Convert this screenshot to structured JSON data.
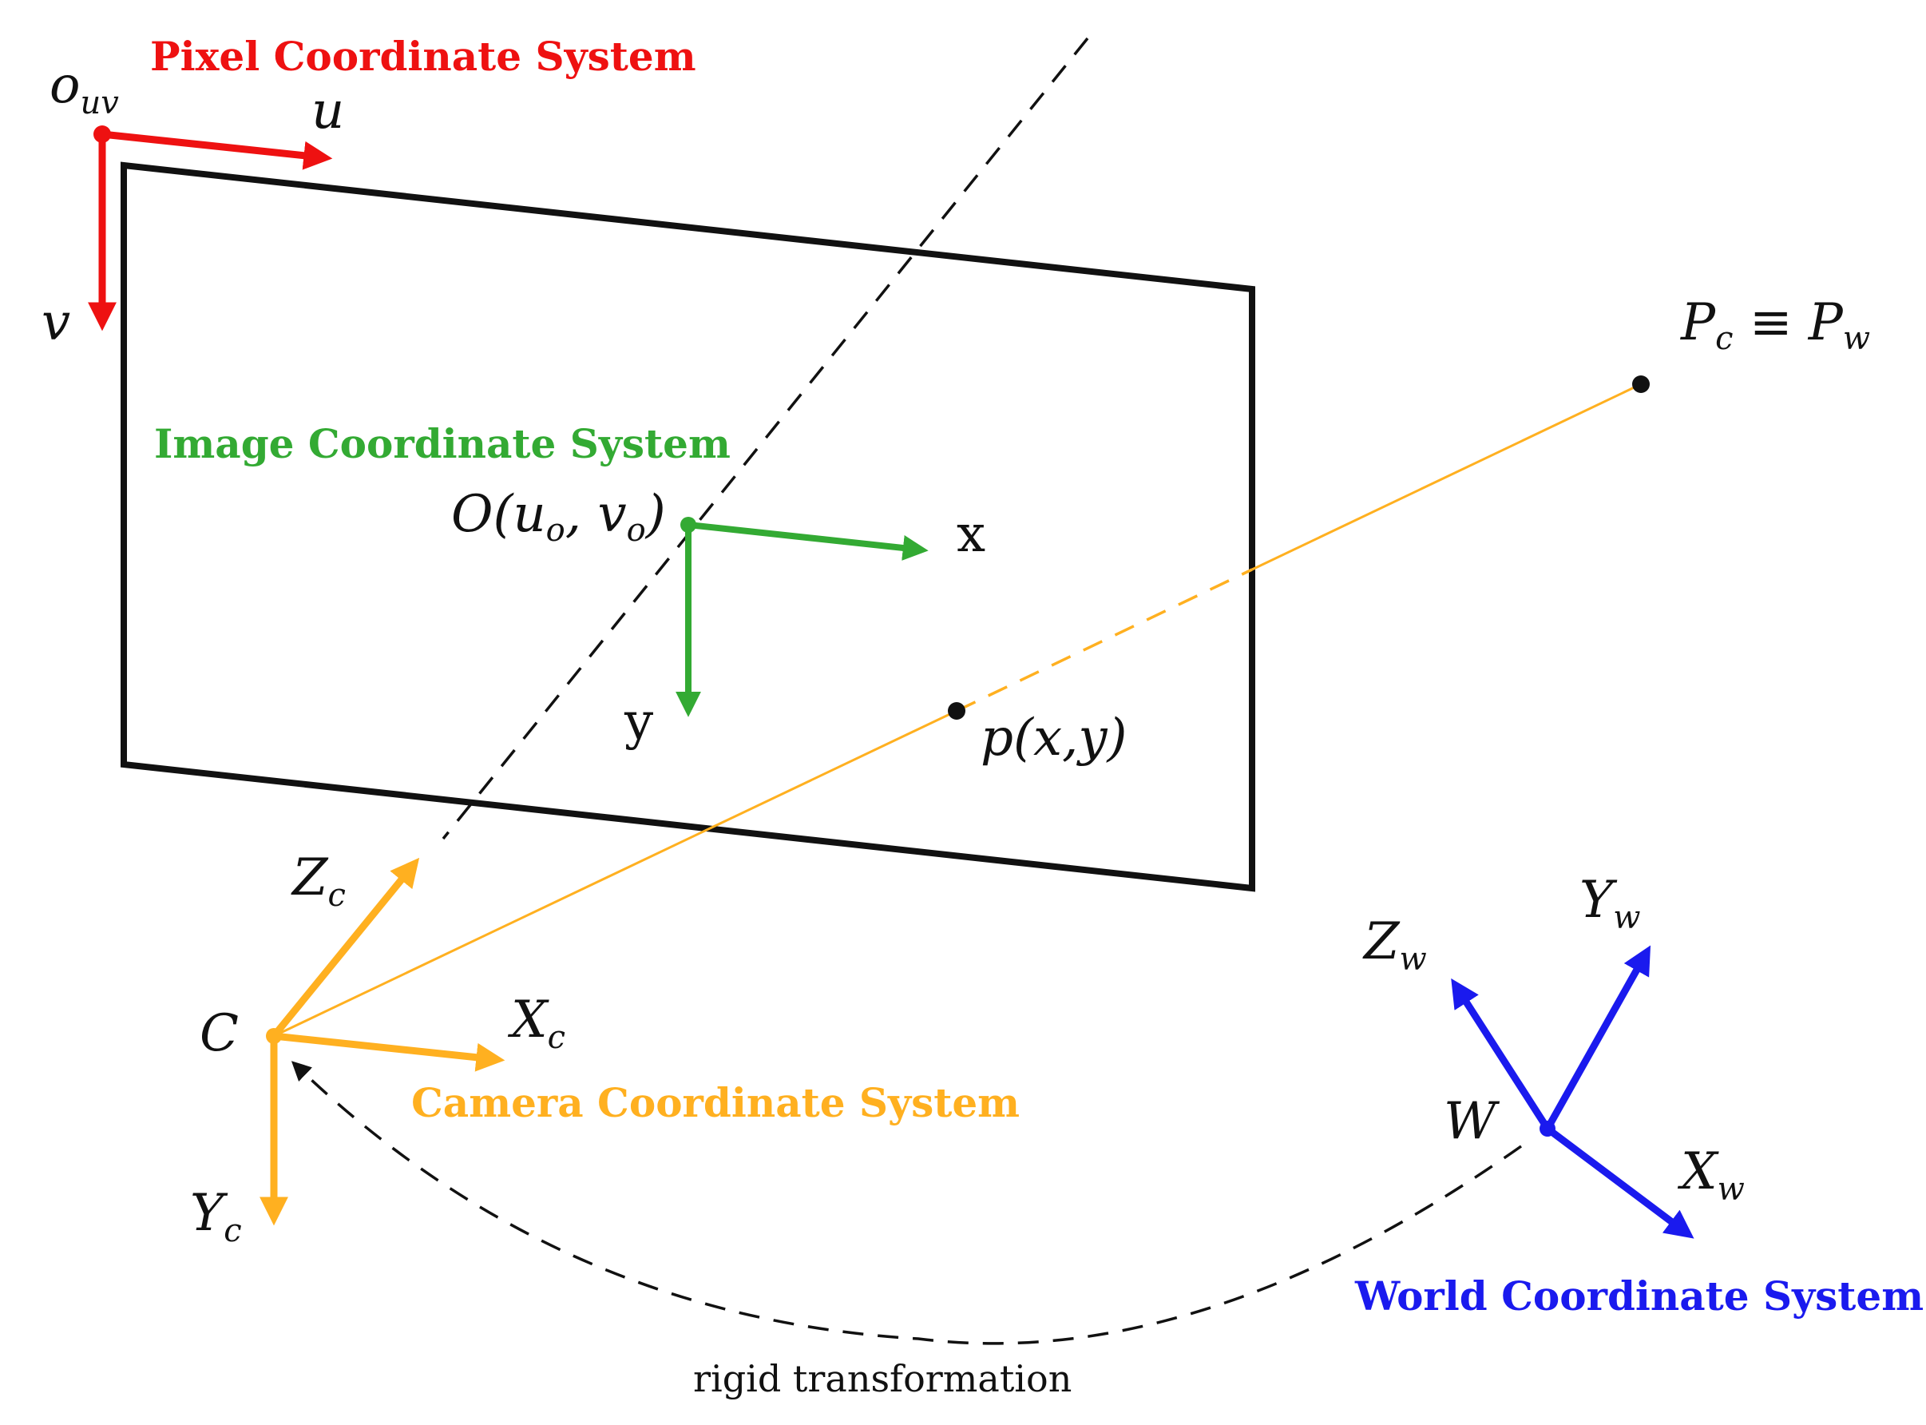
{
  "colors": {
    "pixel": "#ee1111",
    "image": "#33aa33",
    "camera": "#ffb020",
    "world": "#1a1aee",
    "frame": "#111111"
  },
  "pixel_system": {
    "title": "Pixel Coordinate System",
    "origin_base": "o",
    "origin_sub": "uv",
    "u_label": "u",
    "v_label": "v"
  },
  "image_system": {
    "title": "Image Coordinate System",
    "origin_label": "O(",
    "origin_u": "u",
    "origin_u_sub": "o",
    "origin_sep": ", ",
    "origin_v": "v",
    "origin_v_sub": "o",
    "origin_close": ")",
    "x_label": "x",
    "y_label": "y"
  },
  "camera_system": {
    "title": "Camera Coordinate System",
    "origin": "C",
    "x_base": "X",
    "x_sub": "c",
    "y_base": "Y",
    "y_sub": "c",
    "z_base": "Z",
    "z_sub": "c"
  },
  "world_system": {
    "title": "World Coordinate System",
    "origin": "W",
    "x_base": "X",
    "x_sub": "w",
    "y_base": "Y",
    "y_sub": "w",
    "z_base": "Z",
    "z_sub": "w"
  },
  "points": {
    "p_label": "p(x,y)",
    "P_base1": "P",
    "P_sub1": "c",
    "equiv": " ≡ ",
    "P_base2": "P",
    "P_sub2": "w"
  },
  "transformation_label": "rigid transformation"
}
